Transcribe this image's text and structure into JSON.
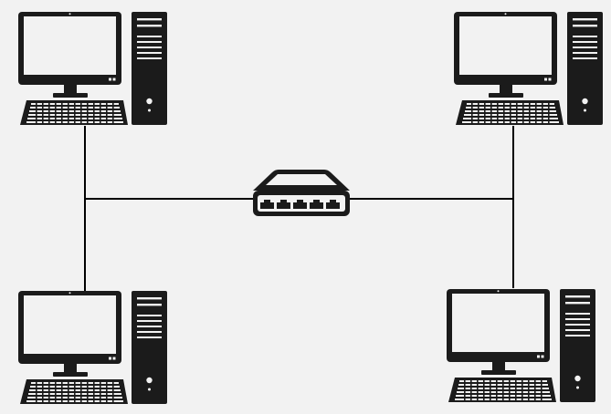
{
  "diagram": {
    "type": "network-topology",
    "colors": {
      "background": "#f2f2f2",
      "device": "#1b1b1b",
      "screen": "#f2f2f2",
      "cable": "#000000"
    },
    "hub": {
      "icon": "network-switch-icon",
      "ports": 5
    },
    "computers": [
      {
        "id": "computer-top-left",
        "icon": "desktop-computer-icon"
      },
      {
        "id": "computer-top-right",
        "icon": "desktop-computer-icon"
      },
      {
        "id": "computer-bottom-left",
        "icon": "desktop-computer-icon"
      },
      {
        "id": "computer-bottom-right",
        "icon": "desktop-computer-icon"
      }
    ]
  }
}
